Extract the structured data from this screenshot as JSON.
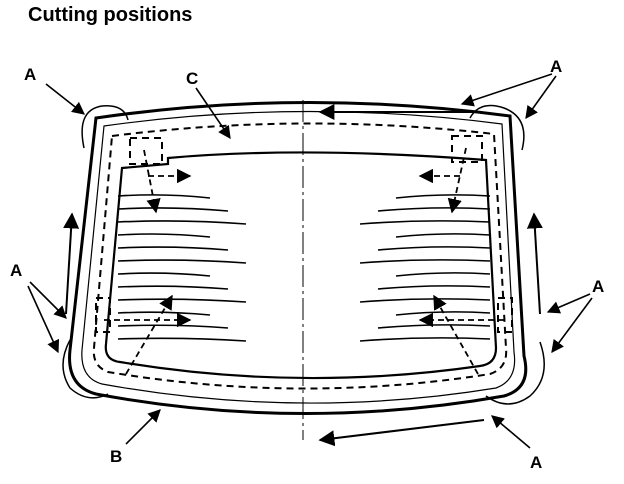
{
  "title": "Cutting positions",
  "labels": {
    "a": "A",
    "b": "B",
    "c": "C"
  }
}
